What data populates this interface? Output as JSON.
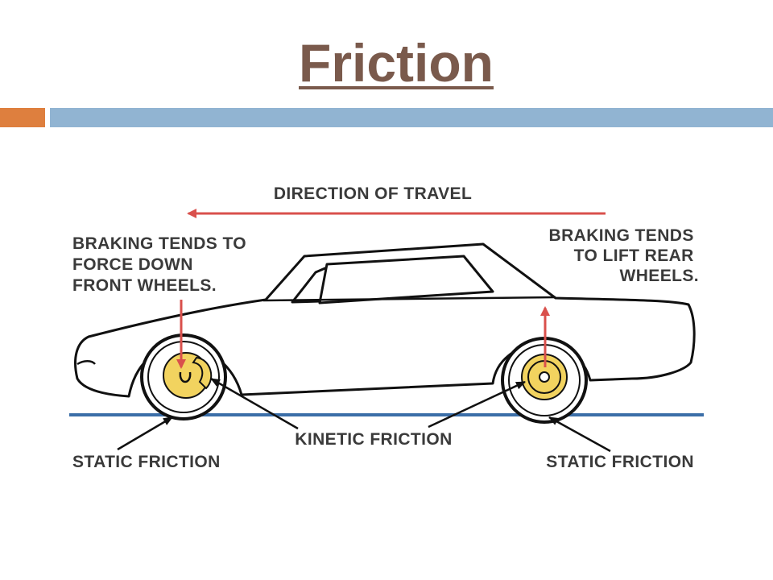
{
  "slide": {
    "title": "Friction"
  },
  "colors": {
    "title": "#7a5a4c",
    "accent_bar": "#de7f3e",
    "main_bar": "#91b4d2",
    "ground": "#3b6ea8",
    "arrow": "#d9504c",
    "rotor": "#f2d35f",
    "outline": "#111111"
  },
  "diagram": {
    "direction_label": "DIRECTION OF TRAVEL",
    "front_note": [
      "BRAKING TENDS TO",
      "FORCE DOWN",
      "FRONT WHEELS."
    ],
    "rear_note": [
      "BRAKING TENDS",
      "TO LIFT REAR",
      "WHEELS."
    ],
    "kinetic_label": "KINETIC FRICTION",
    "static_front_label": "STATIC FRICTION",
    "static_rear_label": "STATIC FRICTION"
  }
}
